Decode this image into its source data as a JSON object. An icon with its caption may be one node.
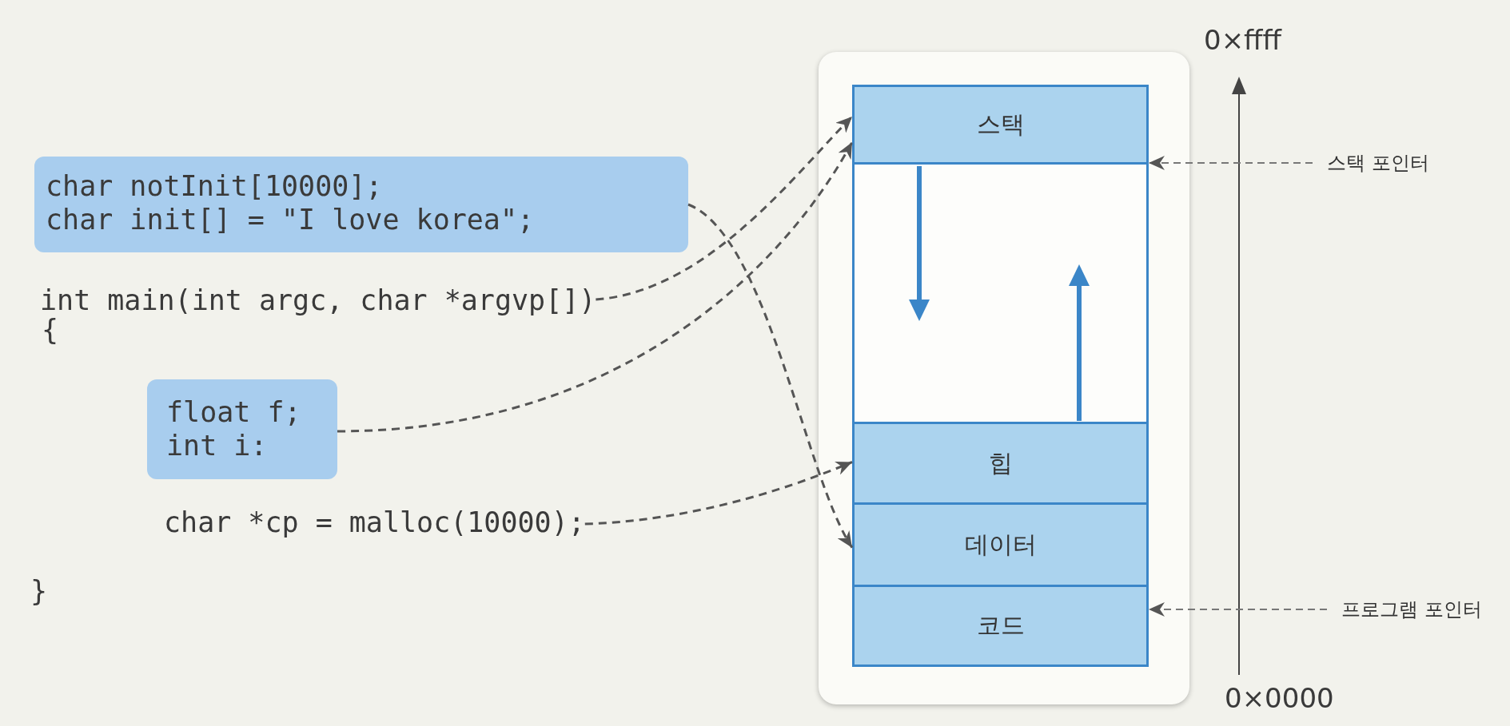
{
  "diagram": {
    "nodes": [
      {
        "text": [
          "char notInit[10000];",
          "char init[] = \"I love korea\";"
        ]
      },
      {
        "text": [
          "int main(int argc, char *argvp[])"
        ]
      },
      {
        "text": [
          "float f;",
          "int i:"
        ]
      },
      {
        "text": [
          "char *cp = malloc(10000);"
        ]
      },
      {
        "text": [],
        "shape": "box"
      },
      {
        "text": [
          "스택"
        ],
        "in": 4
      },
      {
        "text": [
          "힙"
        ],
        "in": 4
      },
      {
        "text": [
          "데이터"
        ],
        "in": 4
      },
      {
        "text": [
          "코드"
        ],
        "in": 4
      },
      {
        "text": [
          "스택 포인터"
        ]
      },
      {
        "text": [
          "프로그램 포인터"
        ]
      }
    ],
    "edges": [
      {
        "from": 0,
        "to": 7,
        "arrow": "to",
        "style": "dashed"
      },
      {
        "from": 1,
        "to": 5,
        "arrow": "to",
        "style": "dashed"
      },
      {
        "from": 2,
        "to": 5,
        "arrow": "to",
        "style": "dashed"
      },
      {
        "from": 3,
        "to": 6,
        "arrow": "to",
        "style": "dashed"
      },
      {
        "from": 9,
        "to": 5,
        "arrow": "to",
        "style": "dashed"
      },
      {
        "from": 10,
        "to": 8,
        "arrow": "to",
        "style": "dashed"
      }
    ],
    "labels": [
      "0×ffff",
      "{",
      "}",
      "0×0000"
    ]
  }
}
